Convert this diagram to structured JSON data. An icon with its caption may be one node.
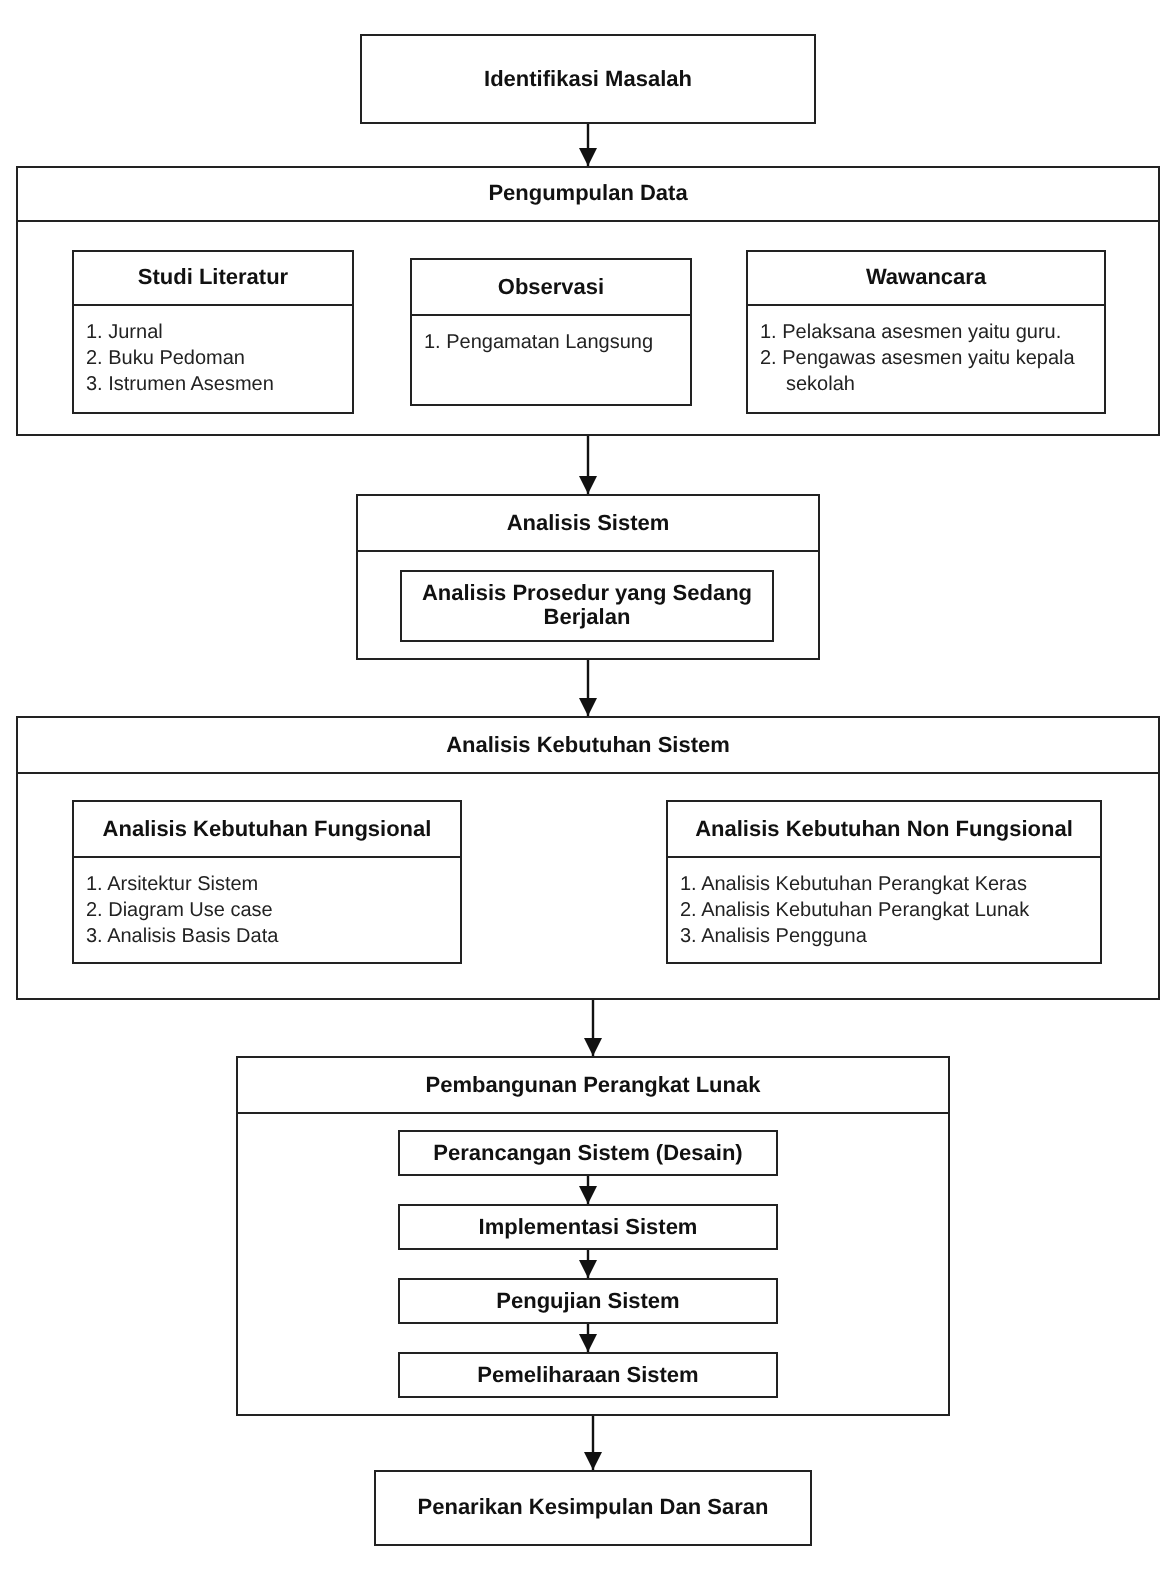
{
  "diagram": {
    "nodes": [
      {
        "text": [
          "Identifikasi Masalah"
        ]
      },
      {
        "text": [
          "Pengumpulan Data"
        ]
      },
      {
        "text": [
          "Studi Literatur",
          "1. Jurnal",
          "2. Buku Pedoman",
          "3. Istrumen Asesmen"
        ],
        "in": 1
      },
      {
        "text": [
          "Observasi",
          "1. Pengamatan Langsung"
        ],
        "in": 1
      },
      {
        "text": [
          "Wawancara",
          "1. Pelaksana asesmen yaitu guru.",
          "2. Pengawas asesmen yaitu kepala sekolah"
        ],
        "in": 1
      },
      {
        "text": [
          "Analisis Sistem"
        ]
      },
      {
        "text": [
          "Analisis Prosedur yang Sedang Berjalan"
        ],
        "in": 5
      },
      {
        "text": [
          "Analisis Kebutuhan Sistem"
        ]
      },
      {
        "text": [
          "Analisis Kebutuhan Fungsional",
          "1. Arsitektur Sistem",
          "2. Diagram Use case",
          "3. Analisis Basis Data"
        ],
        "in": 7
      },
      {
        "text": [
          "Analisis Kebutuhan Non Fungsional",
          "1. Analisis Kebutuhan Perangkat Keras",
          "2. Analisis Kebutuhan Perangkat Lunak",
          "3. Analisis Pengguna"
        ],
        "in": 7
      },
      {
        "text": [
          "Pembangunan Perangkat Lunak"
        ]
      },
      {
        "text": [
          "Perancangan Sistem (Desain)"
        ],
        "in": 10
      },
      {
        "text": [
          "Implementasi Sistem"
        ],
        "in": 10
      },
      {
        "text": [
          "Pengujian Sistem"
        ],
        "in": 10
      },
      {
        "text": [
          "Pemeliharaan Sistem"
        ],
        "in": 10
      },
      {
        "text": [
          "Penarikan Kesimpulan Dan Saran"
        ]
      }
    ],
    "edges": [
      {
        "from": 0,
        "to": 1,
        "arrow": "to"
      },
      {
        "from": 1,
        "to": 5,
        "arrow": "to"
      },
      {
        "from": 5,
        "to": 7,
        "arrow": "to"
      },
      {
        "from": 7,
        "to": 10,
        "arrow": "to"
      },
      {
        "from": 11,
        "to": 12,
        "arrow": "to"
      },
      {
        "from": 12,
        "to": 13,
        "arrow": "to"
      },
      {
        "from": 13,
        "to": 14,
        "arrow": "to"
      },
      {
        "from": 10,
        "to": 15,
        "arrow": "to"
      }
    ]
  }
}
